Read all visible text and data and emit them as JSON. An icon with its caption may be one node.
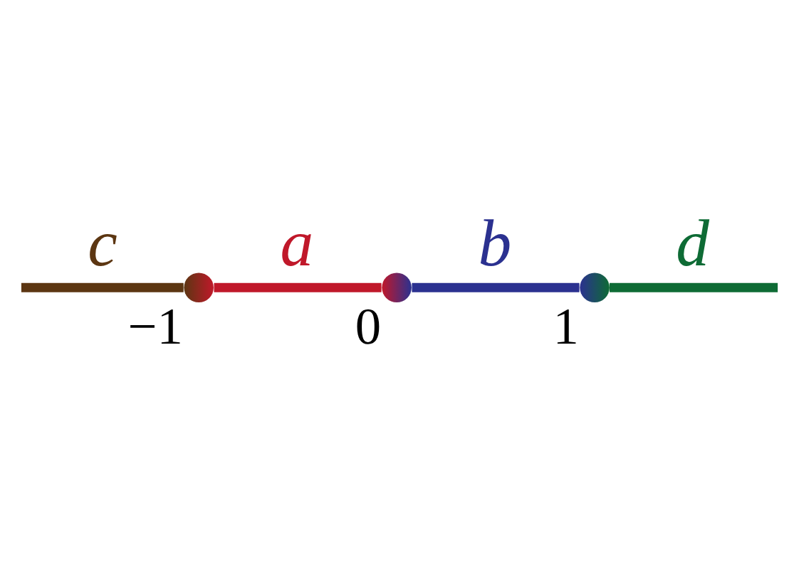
{
  "diagram": {
    "nodes": [
      {
        "text": [],
        "shape": "circle",
        "beside": [
          "−1"
        ]
      },
      {
        "text": [],
        "shape": "circle",
        "beside": [
          "0"
        ]
      },
      {
        "text": [],
        "shape": "circle",
        "beside": [
          "1"
        ]
      }
    ],
    "edges": [
      {
        "from": null,
        "to": 0,
        "arrow": "none",
        "label": "c",
        "color": "#5c3612"
      },
      {
        "from": 0,
        "to": 1,
        "arrow": "none",
        "label": "a",
        "color": "#c0182a"
      },
      {
        "from": 1,
        "to": 2,
        "arrow": "none",
        "label": "b",
        "color": "#2b3190"
      },
      {
        "from": 2,
        "to": null,
        "arrow": "none",
        "label": "d",
        "color": "#0e6b35"
      }
    ]
  }
}
